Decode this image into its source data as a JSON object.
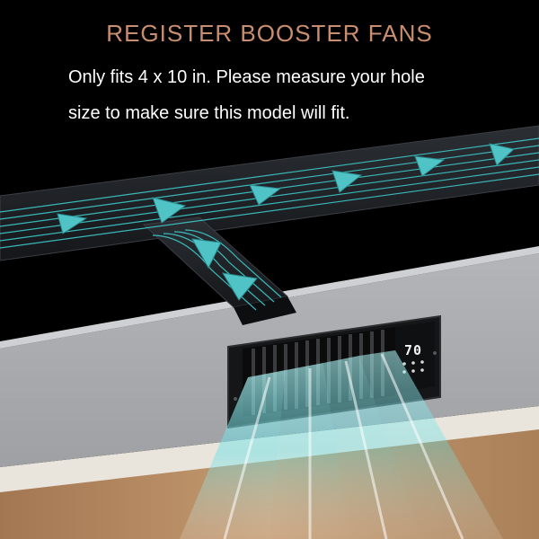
{
  "title": "REGISTER BOOSTER FANS",
  "description": {
    "line1": "Only fits 4 x 10 in. Please measure your hole",
    "line2": "size to make sure this model will fit."
  },
  "fan": {
    "temperature_display": "70"
  },
  "colors": {
    "title": "#c98e6f",
    "airflow": "#3ec9c9",
    "wall": "#a9aaad",
    "duct": "#1f2226",
    "register": "#161718",
    "floor": "#b98c63"
  }
}
